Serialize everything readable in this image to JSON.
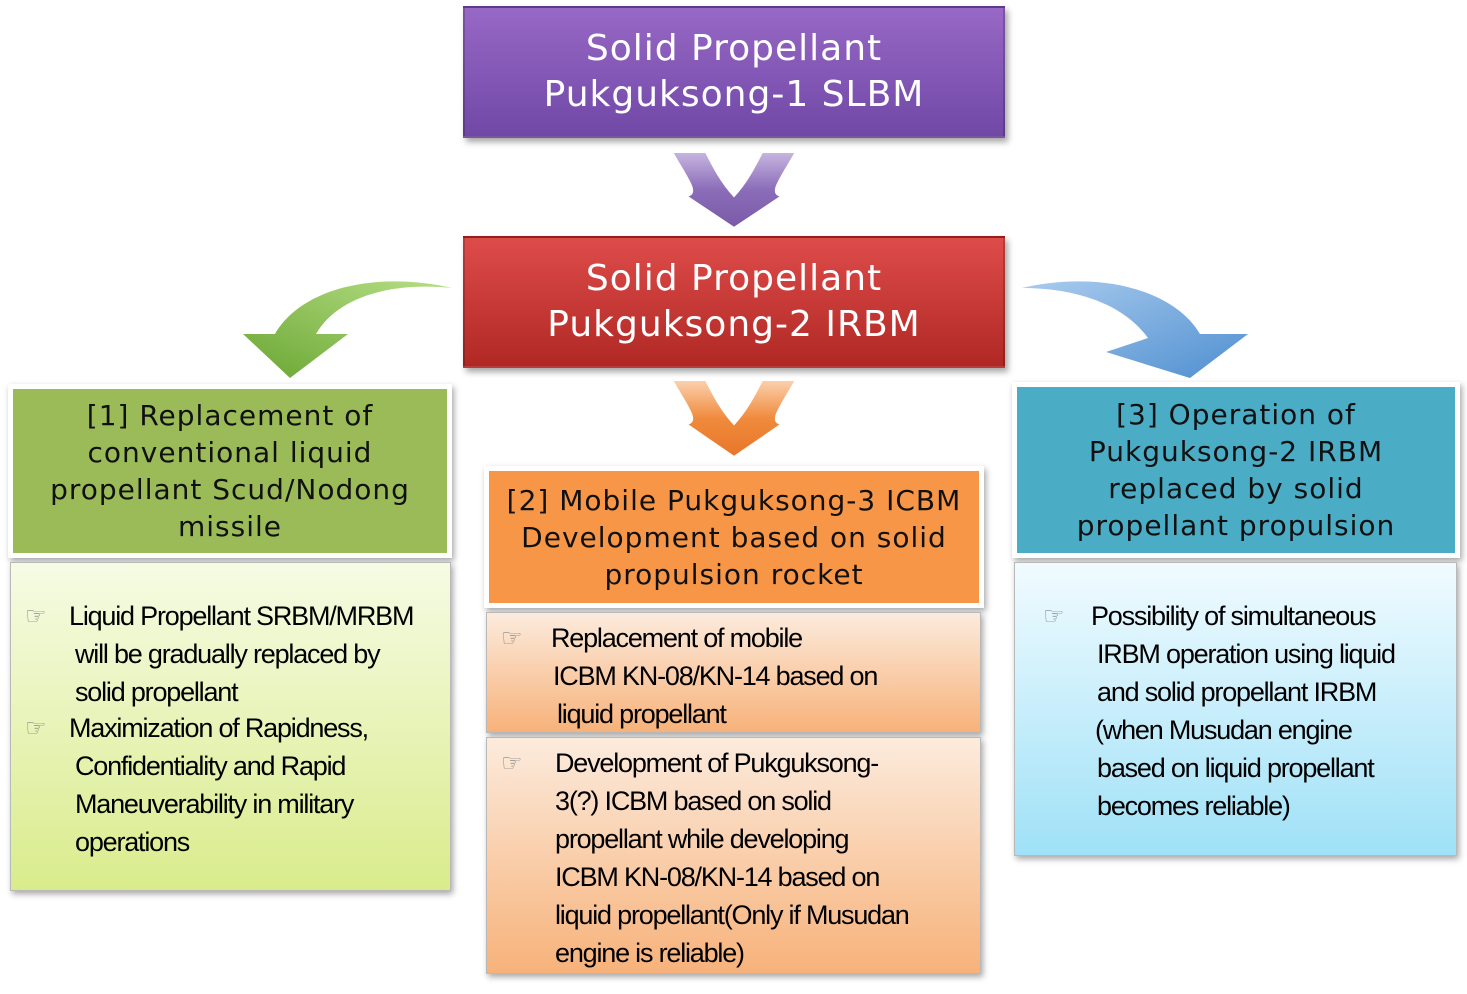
{
  "top": {
    "lines": [
      "Solid Propellant",
      "Pukguksong-1 SLBM"
    ]
  },
  "middle": {
    "lines": [
      "Solid Propellant",
      "Pukguksong-2 IRBM"
    ]
  },
  "branches": [
    {
      "header": [
        "[1] Replacement of",
        "conventional liquid",
        "propellant Scud/Nodong",
        "missile"
      ],
      "items": [
        {
          "lines": [
            "Liquid Propellant SRBM/MRBM",
            "will be gradually replaced by",
            "solid propellant"
          ]
        },
        {
          "lines": [
            "Maximization of Rapidness,",
            "Confidentiality and Rapid",
            "Maneuverability in military",
            "operations"
          ]
        }
      ]
    },
    {
      "header": [
        "[2] Mobile Pukguksong-3 ICBM",
        "Development based on solid",
        "propulsion rocket"
      ],
      "items": [
        {
          "lines": [
            "Replacement of mobile",
            "ICBM KN-08/KN-14 based on",
            "liquid propellant"
          ]
        },
        {
          "lines": [
            "Development of Pukguksong-",
            "3(?) ICBM based on solid",
            "propellant while developing",
            "ICBM KN-08/KN-14 based on",
            "liquid propellant(Only if Musudan",
            "engine is reliable)"
          ]
        }
      ]
    },
    {
      "header": [
        "[3] Operation of",
        "Pukguksong-2 IRBM",
        "replaced by solid",
        "propellant propulsion"
      ],
      "items": [
        {
          "lines": [
            "Possibility of simultaneous",
            "IRBM operation using liquid",
            "and solid propellant IRBM",
            "(when Musudan engine",
            "based on liquid propellant",
            "becomes reliable)"
          ]
        }
      ]
    }
  ],
  "bullet_symbol": "☞",
  "colors": {
    "purple": "#8058b4",
    "red": "#c0392b",
    "green": "#9bbb59",
    "orange": "#f79646",
    "blue": "#4bacc6",
    "arrow_purple": "#8064a2",
    "arrow_green": "#77b33c",
    "arrow_orange": "#ef7d2e",
    "arrow_blue": "#5b9bd5"
  }
}
